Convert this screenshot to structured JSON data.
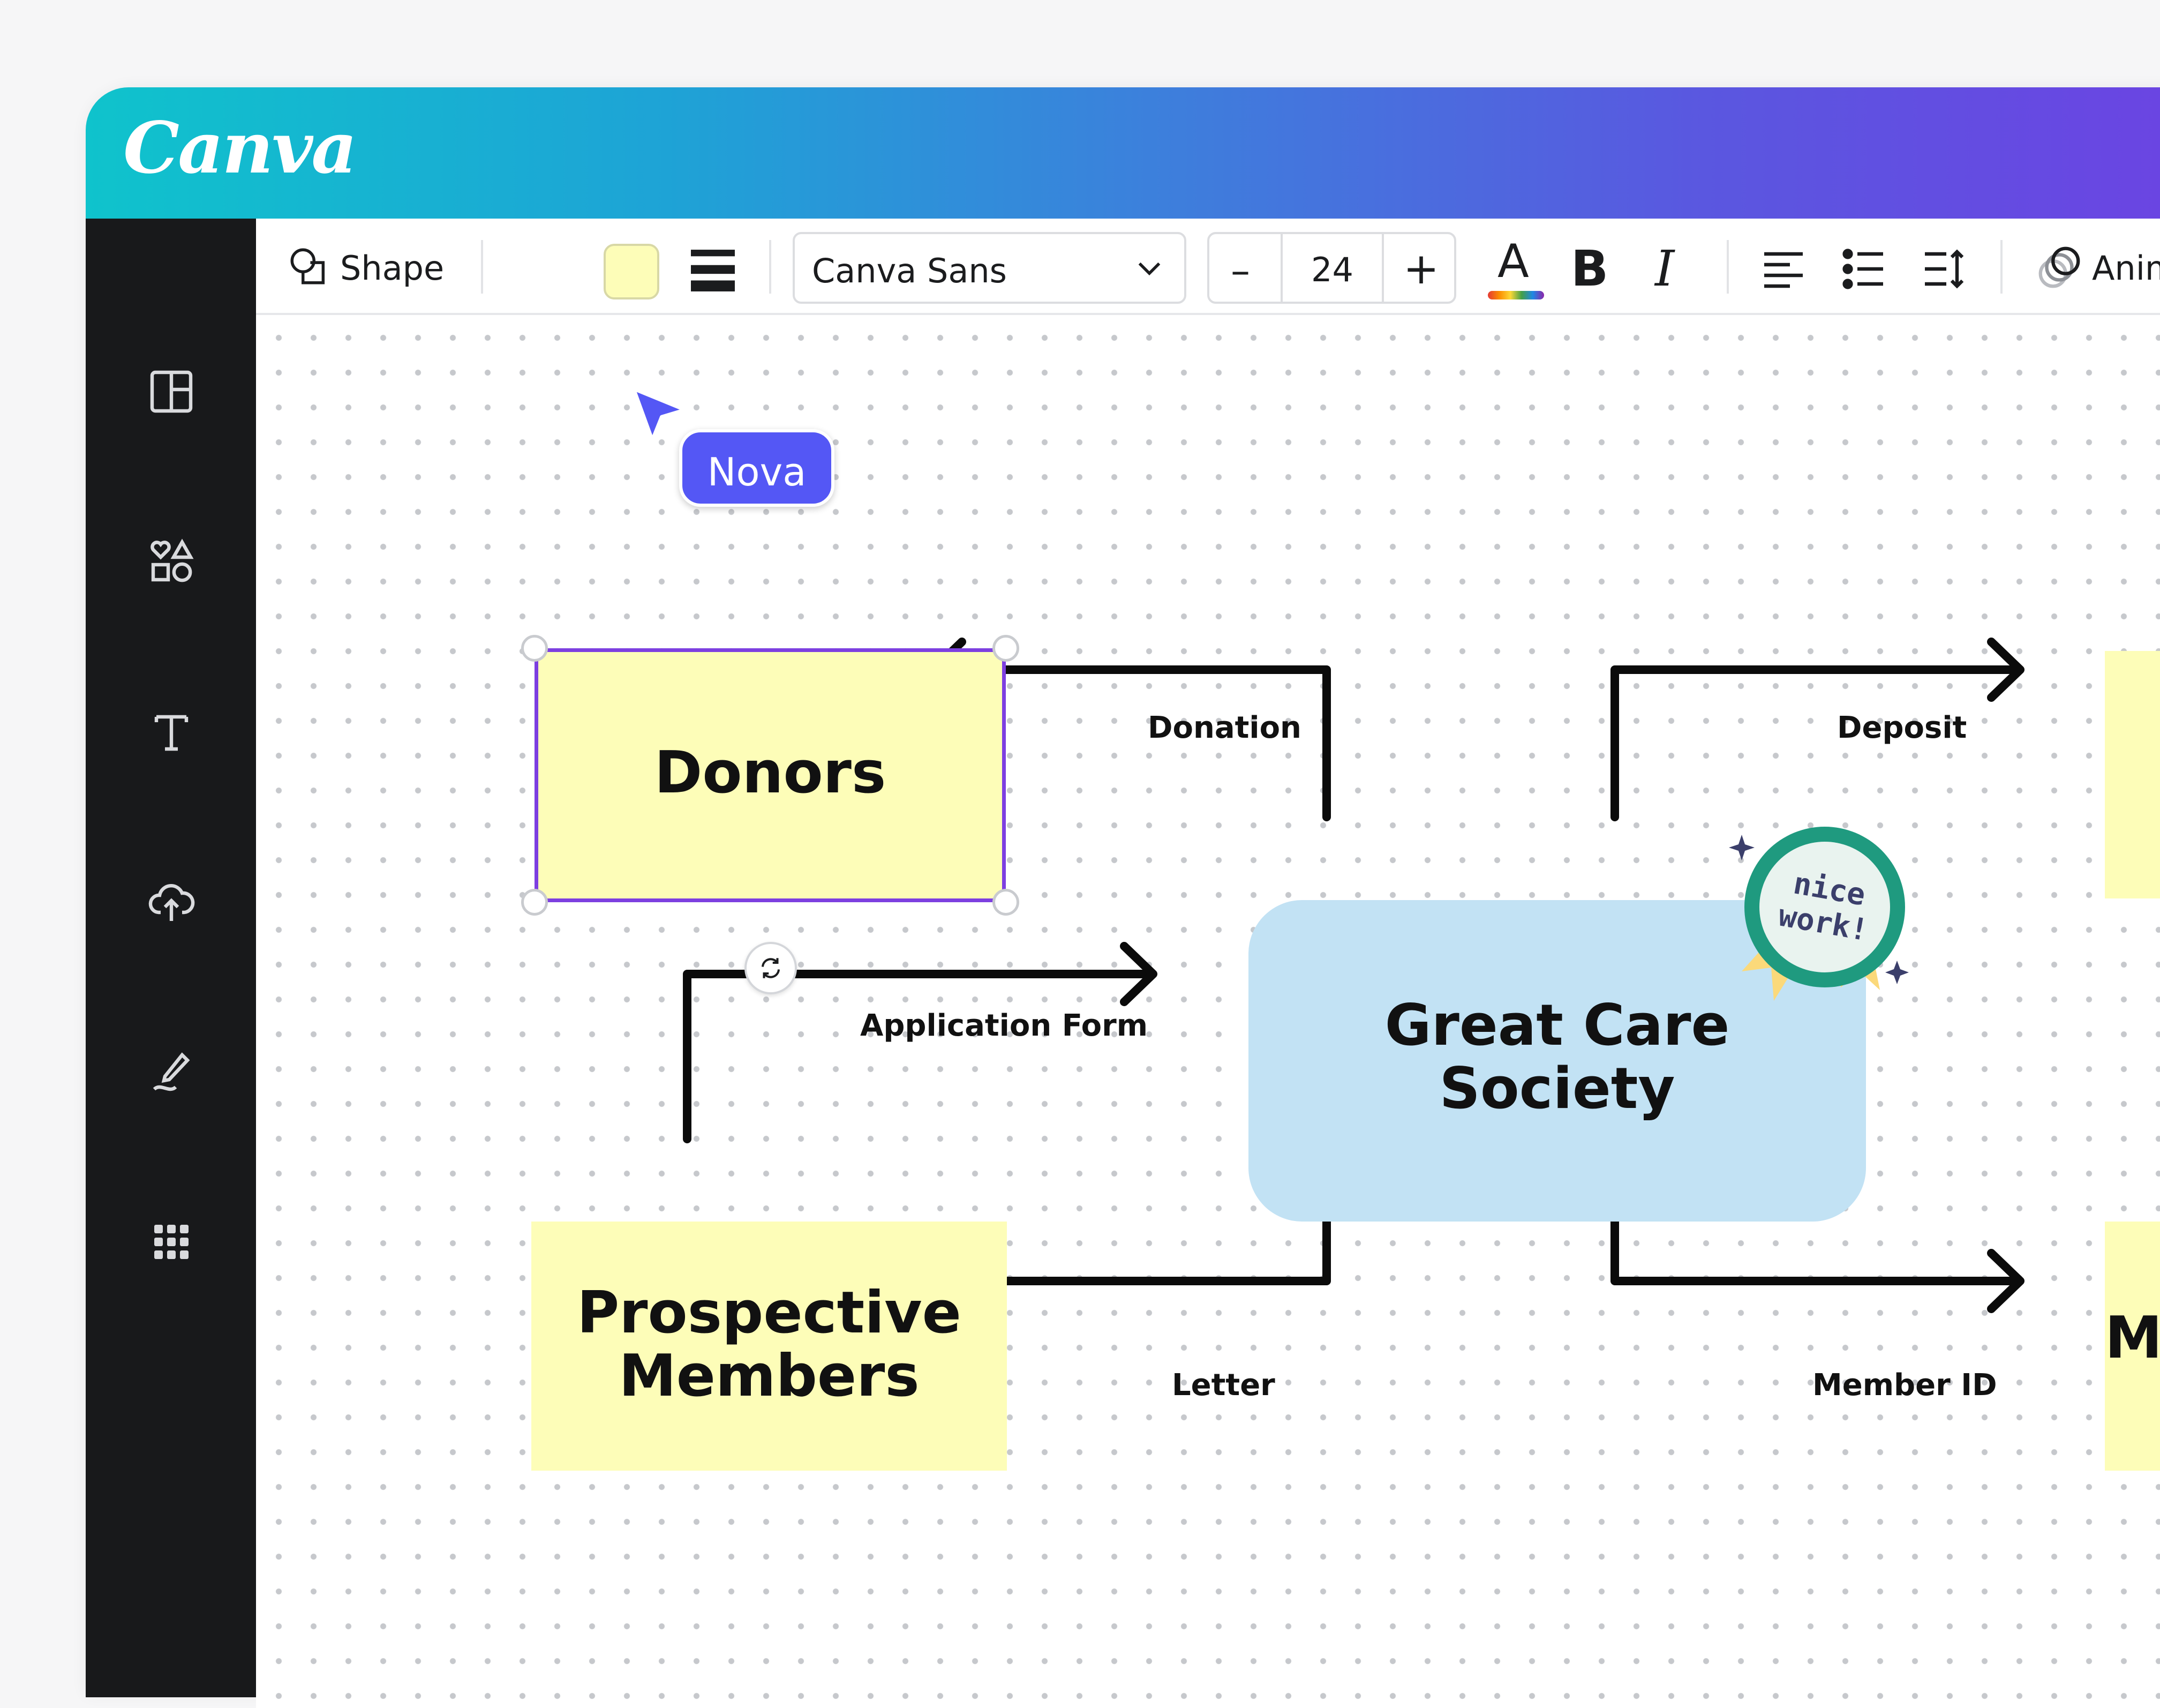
{
  "app": {
    "logo": "Canva"
  },
  "sidebar": {
    "items": [
      {
        "icon": "layout-icon"
      },
      {
        "icon": "elements-icon"
      },
      {
        "icon": "text-icon"
      },
      {
        "icon": "upload-cloud-icon"
      },
      {
        "icon": "draw-icon"
      },
      {
        "icon": "apps-grid-icon"
      }
    ]
  },
  "toolbar": {
    "shape_label": "Shape",
    "fill_color": "#fdfdb8",
    "font_family": "Canva Sans",
    "font_size": "24",
    "bold_glyph": "B",
    "italic_glyph": "I",
    "text_color_glyph": "A",
    "minus_glyph": "–",
    "plus_glyph": "+",
    "animate_label": "Animate"
  },
  "cursor": {
    "label": "Nova",
    "color": "#5457f5"
  },
  "diagram": {
    "nodes": {
      "donors": "Donors",
      "prospective_members_line1": "Prospective",
      "prospective_members_line2": "Members",
      "center_line1": "Great Care",
      "center_line2": "Society",
      "right_bottom_partial": "M"
    },
    "edges": {
      "donation": "Donation",
      "deposit": "Deposit",
      "application_form": "Application Form",
      "letter": "Letter",
      "member_id": "Member ID"
    },
    "sticker": {
      "line1": "nice",
      "line2": "work!"
    },
    "colors": {
      "yellow_box": "#fdfdb8",
      "blue_box": "#c2e2f4",
      "selection": "#7d3fe0",
      "sticker_green": "#1f9a7f"
    }
  }
}
